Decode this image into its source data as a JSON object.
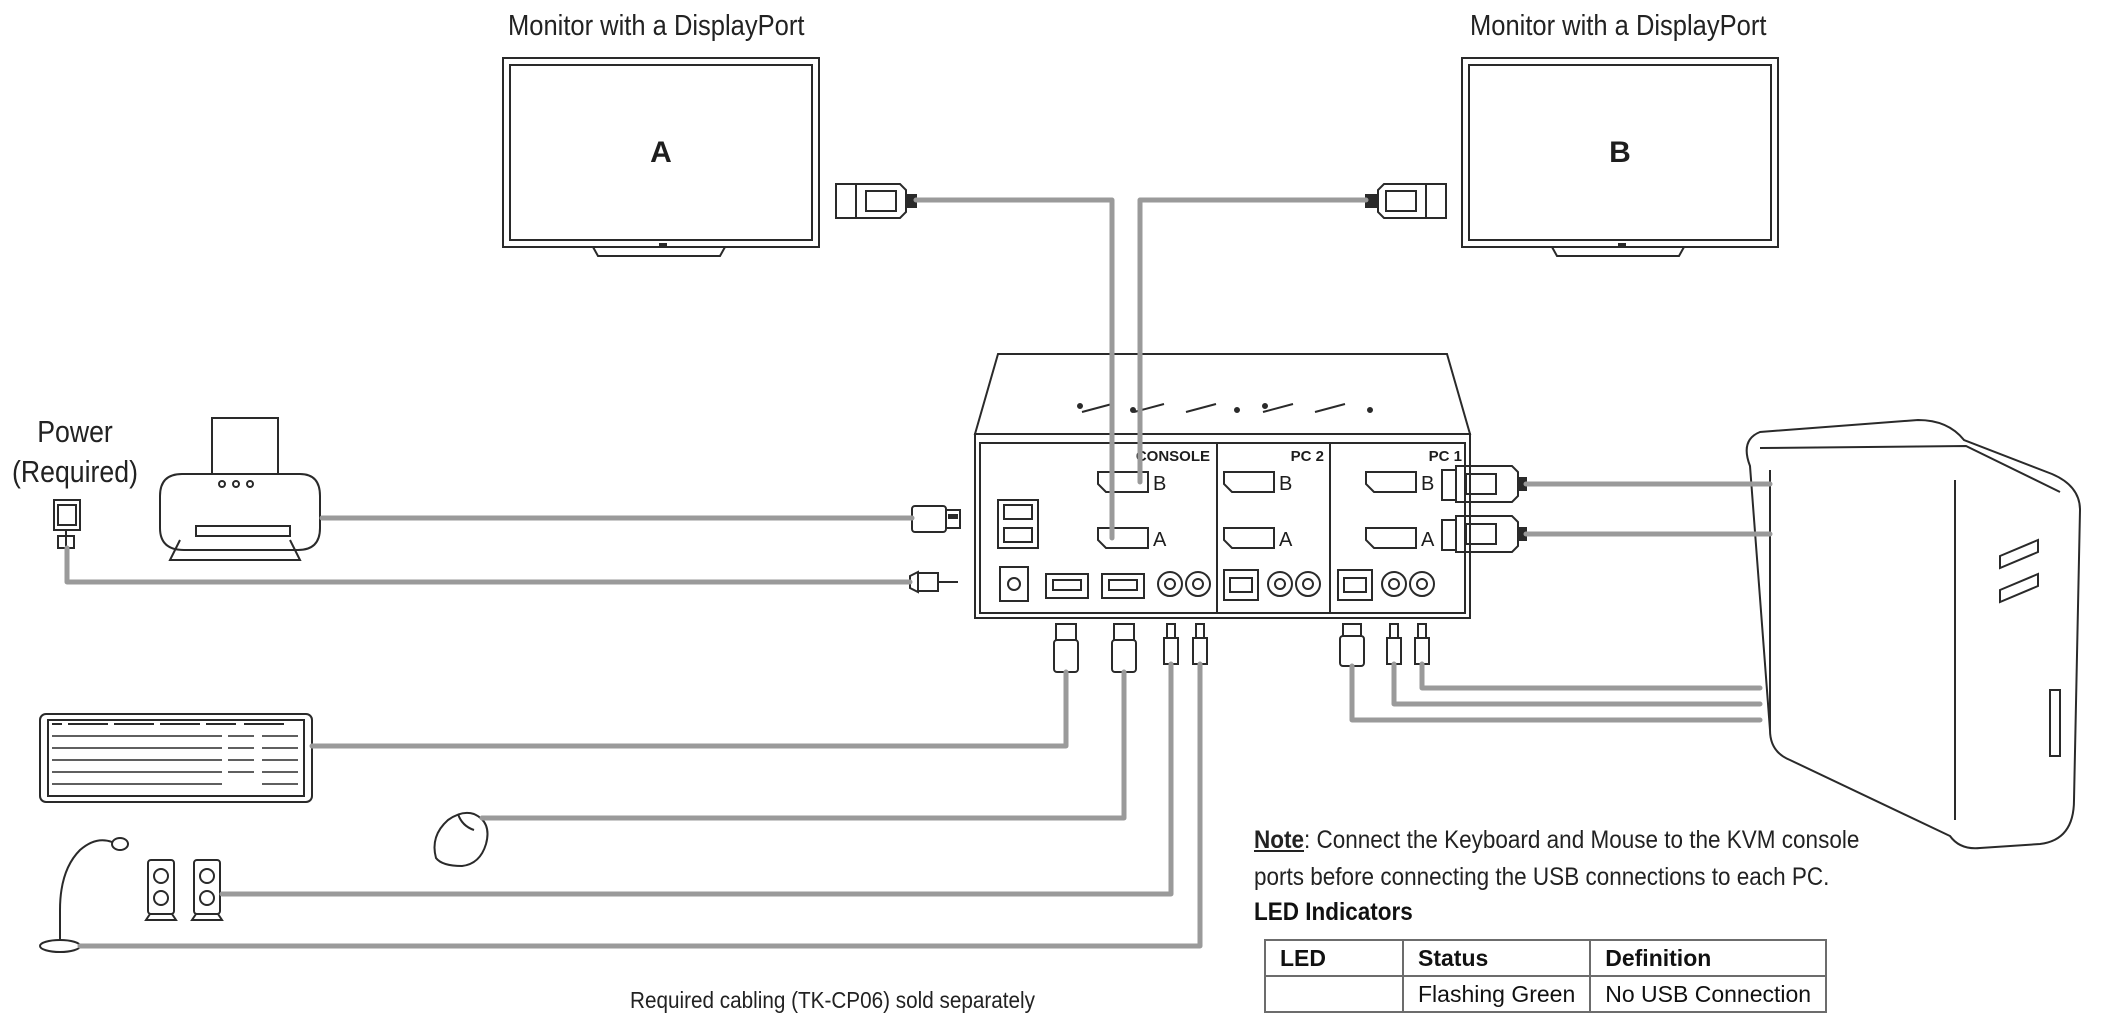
{
  "monitors": [
    {
      "label": "Monitor with a DisplayPort",
      "screen_letter": "A"
    },
    {
      "label": "Monitor with a DisplayPort",
      "screen_letter": "B"
    }
  ],
  "power": {
    "line1": "Power",
    "line2": "(Required)"
  },
  "kvm": {
    "sections": [
      "CONSOLE",
      "PC 2",
      "PC 1"
    ],
    "port_letters": [
      "B",
      "A"
    ]
  },
  "note": {
    "lead": "Note",
    "line1": ": Connect the Keyboard and Mouse to the KVM console",
    "line2": "ports before connecting the USB connections to each PC."
  },
  "led_table": {
    "title": "LED Indicators",
    "headers": [
      "LED",
      "Status",
      "Definition"
    ],
    "rows": [
      [
        "",
        "Flashing Green",
        "No USB Connection"
      ]
    ]
  },
  "cabling_note": "Required cabling (TK-CP06) sold separately",
  "colors": {
    "line": "#2a2a2a",
    "cable": "#9a9a9a",
    "text": "#222222"
  }
}
